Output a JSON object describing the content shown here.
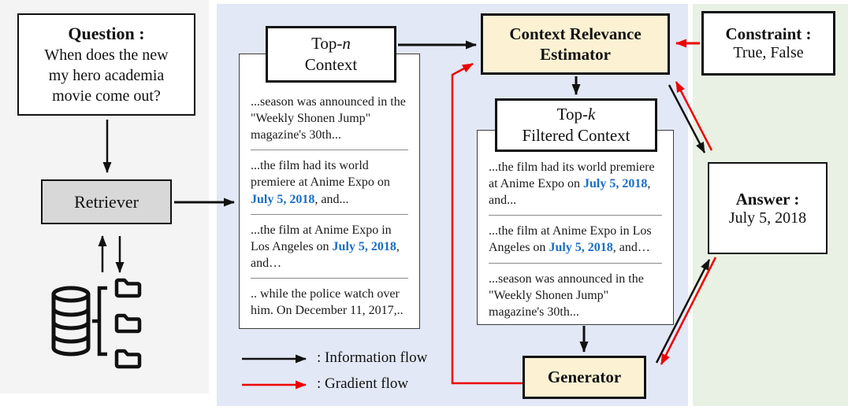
{
  "question": {
    "title": "Question :",
    "body_lines": [
      "When does the new",
      "my hero academia",
      "movie come out?"
    ]
  },
  "retriever": {
    "label": "Retriever"
  },
  "icons": {
    "database": "database-cylinder-icon",
    "folders": "folder-tree-icon"
  },
  "top_n_context": {
    "title_prefix": "Top-",
    "title_var": "n",
    "title_line2": "Context",
    "snippets": [
      [
        {
          "t": "...season was announced in the \"Weekly Shonen Jump\" magazine's 30th..."
        }
      ],
      [
        {
          "t": "...the film had its world premiere at Anime Expo on "
        },
        {
          "t": "July 5, 2018",
          "h": true
        },
        {
          "t": ", and..."
        }
      ],
      [
        {
          "t": "...the film at Anime Expo in Los Angeles on "
        },
        {
          "t": "July 5, 2018",
          "h": true
        },
        {
          "t": ", and…"
        }
      ],
      [
        {
          "t": ".. while the police watch over him. On December 11, 2017,.."
        }
      ]
    ]
  },
  "estimator": {
    "label_line1": "Context Relevance",
    "label_line2": "Estimator"
  },
  "top_k_context": {
    "title_prefix": "Top-",
    "title_var": "k",
    "title_line2": "Filtered Context",
    "snippets": [
      [
        {
          "t": "...the film had its world premiere at Anime Expo on "
        },
        {
          "t": "July 5, 2018",
          "h": true
        },
        {
          "t": ", and..."
        }
      ],
      [
        {
          "t": "...the film at Anime Expo in Los Angeles on "
        },
        {
          "t": "July 5, 2018",
          "h": true
        },
        {
          "t": ", and…"
        }
      ],
      [
        {
          "t": "...season was announced in the \"Weekly Shonen Jump\" magazine's 30th..."
        }
      ]
    ]
  },
  "generator": {
    "label": "Generator"
  },
  "constraint": {
    "title": "Constraint :",
    "value": "True, False"
  },
  "answer": {
    "title": "Answer :",
    "value": "July 5, 2018"
  },
  "legend": {
    "information_label": ": Information flow",
    "gradient_label": ": Gradient flow"
  },
  "colors": {
    "information_flow": "#111111",
    "gradient_flow": "#ee0000",
    "highlight_date": "#1b6ec2",
    "module_fill": "#fcf2d3",
    "retriever_fill": "#d8d8d8",
    "panel_left": "#f5f4f4",
    "panel_middle": "#e2e8f5",
    "panel_right": "#e8f1e3"
  }
}
